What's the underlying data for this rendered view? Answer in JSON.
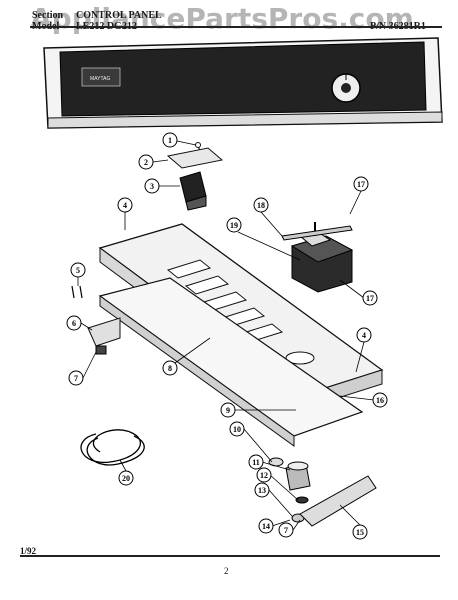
{
  "header": {
    "section": "Section",
    "section_title": "CONTROL PANEL",
    "model_label": "Model",
    "model_value": "LE212  DG212",
    "part_number": "P/N 36281R1"
  },
  "watermark": "AppliancePartsPros.com",
  "panel": {
    "brand": "MAYTAG"
  },
  "callouts": [
    "1",
    "2",
    "3",
    "4",
    "5",
    "6",
    "7",
    "8",
    "9",
    "10",
    "11",
    "12",
    "13",
    "7",
    "14",
    "15",
    "16",
    "17",
    "18",
    "19",
    "4",
    "17",
    "20"
  ],
  "footer": {
    "date": "1/92",
    "page": "2"
  }
}
